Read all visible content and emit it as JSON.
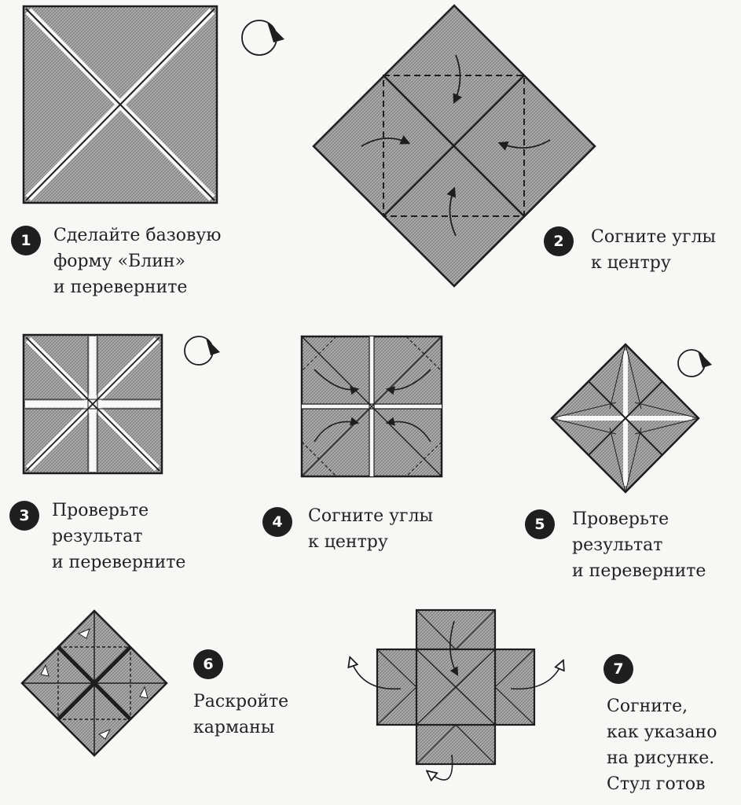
{
  "colors": {
    "paper": "#f7f7f5",
    "ink": "#1e1e1e",
    "fill": "#a3a3a3",
    "badge": "#1f1f1f"
  },
  "steps": [
    {
      "number": "1",
      "lines": [
        "Сделайте базовую",
        "форму «Блин»",
        "и переверните"
      ],
      "icon": "flip-over-arrow-icon"
    },
    {
      "number": "2",
      "lines": [
        "Согните углы",
        "к центру"
      ]
    },
    {
      "number": "3",
      "lines": [
        "Проверьте",
        "результат",
        "и переверните"
      ],
      "icon": "flip-over-arrow-icon"
    },
    {
      "number": "4",
      "lines": [
        "Согните углы",
        "к центру"
      ]
    },
    {
      "number": "5",
      "lines": [
        "Проверьте",
        "результат",
        "и переверните"
      ],
      "icon": "flip-over-arrow-icon"
    },
    {
      "number": "6",
      "lines": [
        "Раскройте",
        "карманы"
      ]
    },
    {
      "number": "7",
      "lines": [
        "Согните,",
        "как указано",
        "на рисунке.",
        "Стул готов"
      ]
    }
  ]
}
